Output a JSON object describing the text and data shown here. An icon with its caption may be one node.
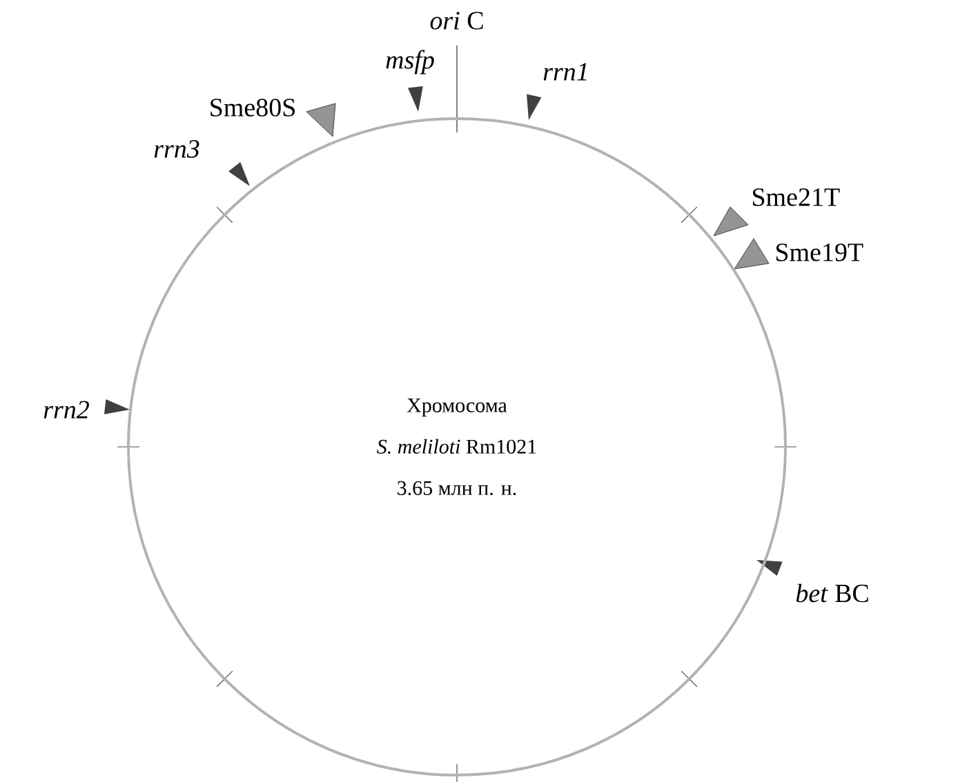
{
  "diagram": {
    "nodes": [
      {
        "text": [
          "Хромосома",
          "*S. meliloti* Rm1021",
          "3.65 млн п. н."
        ]
      }
    ],
    "labels": [
      "*ori* C",
      "rrn1",
      "msfp",
      "Sme80S",
      "rrn3",
      "Sme21T",
      "Sme19T",
      "rrn2",
      "*bet* BC"
    ]
  }
}
